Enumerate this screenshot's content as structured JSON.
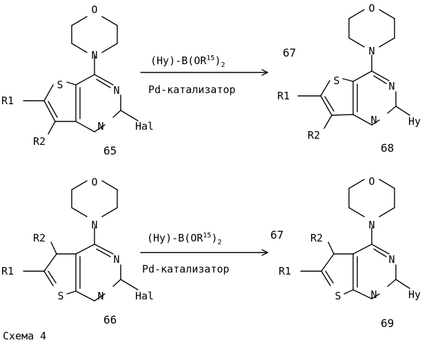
{
  "atoms": {
    "O": "O",
    "N": "N",
    "S": "S",
    "R1": "R1",
    "R2": "R2",
    "Hal": "Hal",
    "Hy": "Hy"
  },
  "reagent": {
    "prefix": "(Hy)-B(OR",
    "superscript": "15",
    "suffix": ")",
    "subscript": "2",
    "catalyst": "Pd-катализатор"
  },
  "compounds": {
    "c65": "65",
    "c66": "66",
    "c67_top": "67",
    "c67_bottom": "67",
    "c68": "68",
    "c69": "69"
  },
  "caption": "Схема 4"
}
